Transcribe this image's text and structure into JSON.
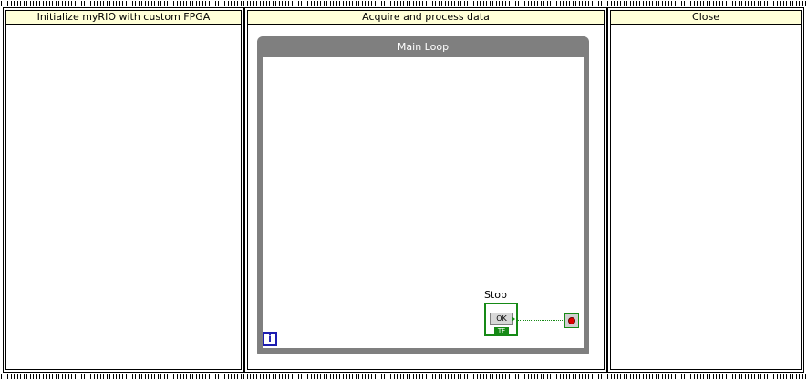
{
  "frames": [
    {
      "label": "Initialize myRIO with custom FPGA"
    },
    {
      "label": "Acquire and process data"
    },
    {
      "label": "Close"
    }
  ],
  "loop": {
    "title": "Main Loop",
    "iteration_terminal": "i"
  },
  "stop_control": {
    "label": "Stop",
    "button_text": "OK",
    "type_tag": "TF"
  },
  "colors": {
    "frame_label_bg": "#ffffd8",
    "loop_border": "#7f7f7f",
    "boolean_wire": "#168a16",
    "iteration_terminal": "#1c1cb0",
    "stop_condition": "#e00000"
  }
}
